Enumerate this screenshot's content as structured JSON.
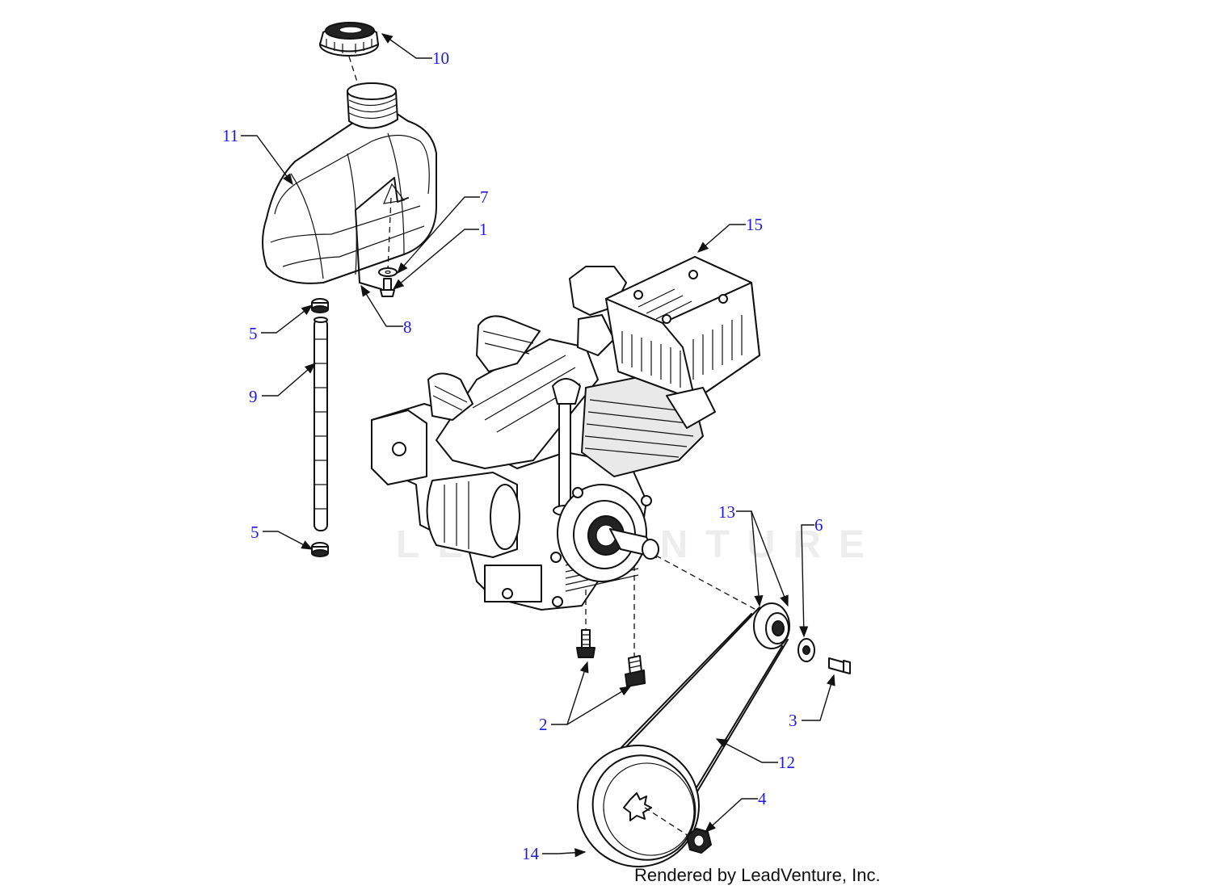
{
  "watermark": "LEADVENTURE",
  "credit": "Rendered by LeadVenture, Inc.",
  "callouts": {
    "c10": "10",
    "c11": "11",
    "c7": "7",
    "c1": "1",
    "c15": "15",
    "c5a": "5",
    "c8": "8",
    "c9": "9",
    "c13": "13",
    "c6": "6",
    "c5b": "5",
    "c2": "2",
    "c3": "3",
    "c12": "12",
    "c4": "4",
    "c14": "14"
  },
  "colors": {
    "callout": "#1a1ae6",
    "linework": "#111111",
    "background": "#ffffff"
  }
}
